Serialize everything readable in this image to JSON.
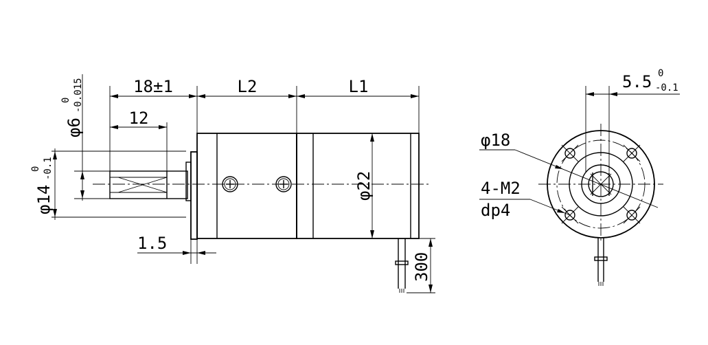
{
  "side_view": {
    "shaft_length": "18±1",
    "key_length": "12",
    "shaft_diameter": "φ6",
    "shaft_tol_upper": "0",
    "shaft_tol_lower": "-0.015",
    "boss_diameter": "φ14",
    "boss_tol_upper": "0",
    "boss_tol_lower": "-0.1",
    "gearbox_length": "L2",
    "motor_length": "L1",
    "body_diameter": "φ22",
    "flange_thickness": "1.5",
    "lead_length": "300"
  },
  "front_view": {
    "flat_dim": "5.5",
    "flat_tol_upper": "0",
    "flat_tol_lower": "-0.1",
    "bolt_circle": "φ18",
    "holes_spec": "4-M2",
    "holes_depth": "dp4"
  }
}
